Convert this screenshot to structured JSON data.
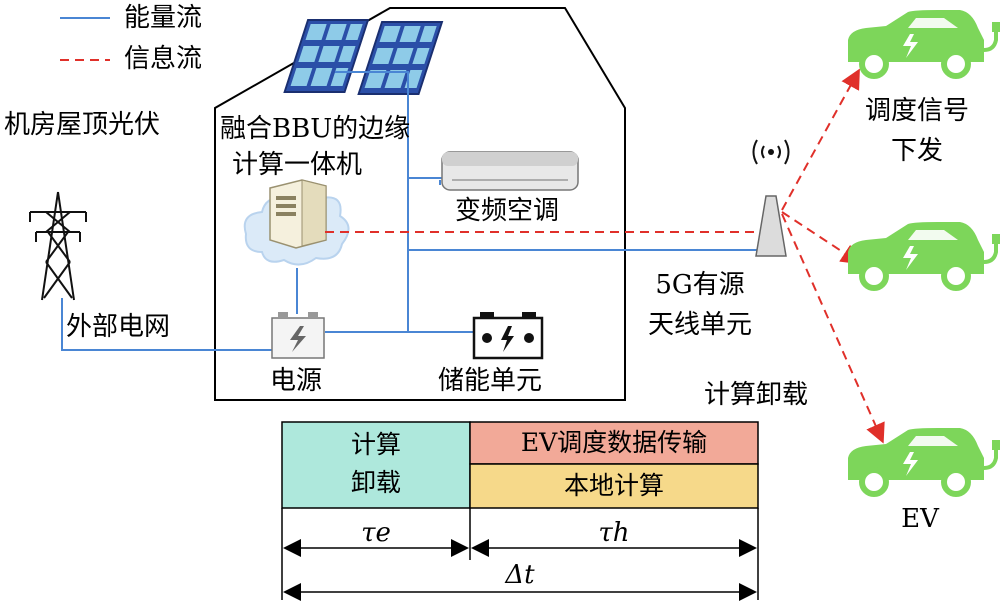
{
  "legend": {
    "energy": "能量流",
    "info": "信息流"
  },
  "labels": {
    "rooftop_pv": "机房屋顶光伏",
    "bbu_line1": "融合BBU的边缘",
    "bbu_line2": "计算一体机",
    "ac": "变频空调",
    "grid": "外部电网",
    "power": "电源",
    "storage": "储能单元",
    "antenna_line1": "5G有源",
    "antenna_line2": "天线单元",
    "offload": "计算卸载",
    "dispatch_line1": "调度信号",
    "dispatch_line2": "下发",
    "ev": "EV"
  },
  "timeline": {
    "offload_line1": "计算",
    "offload_line2": "卸载",
    "ev_transfer": "EV调度数据传输",
    "local_compute": "本地计算",
    "tau_e": "τe",
    "tau_h": "τh",
    "delta_t": "Δt"
  },
  "colors": {
    "energy_flow": "#4a86d4",
    "info_flow": "#e0302a",
    "offload_cell": "#aee8dc",
    "ev_transfer_cell": "#f2a998",
    "local_compute_cell": "#f6d98a",
    "ev_body": "#7dd65a",
    "solar_panel": "#2b4fa8"
  }
}
